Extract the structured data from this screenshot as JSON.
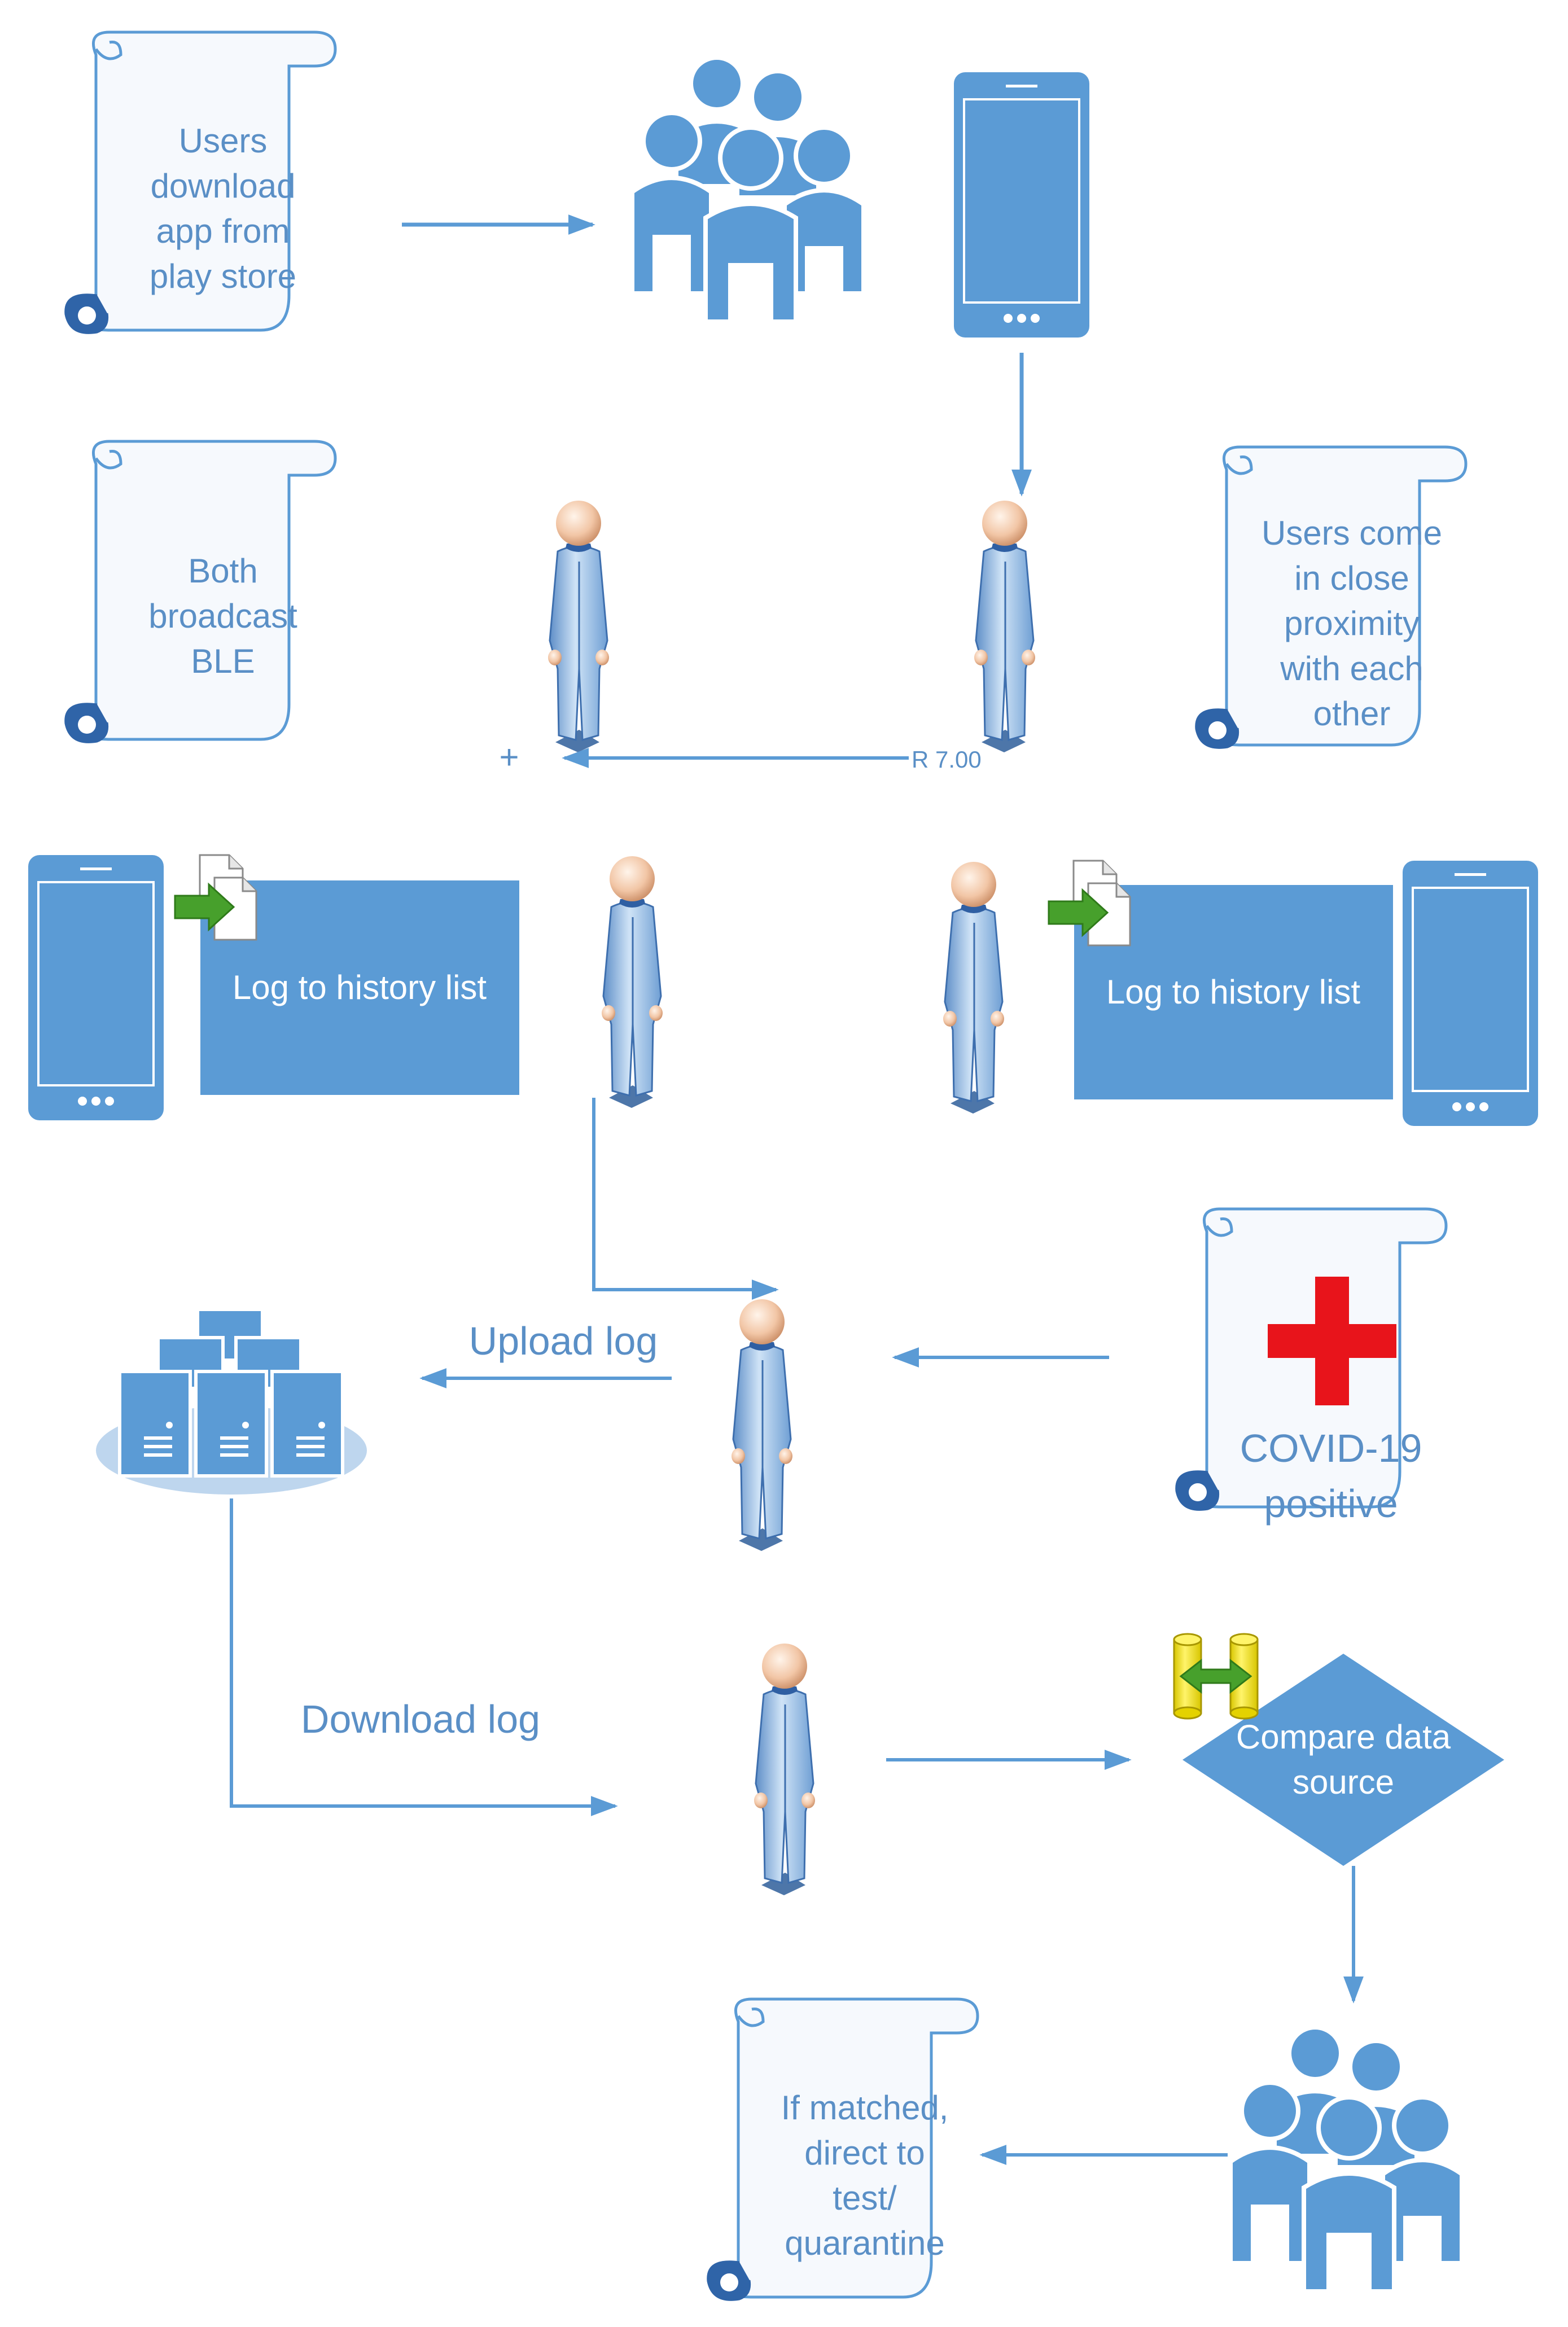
{
  "colors": {
    "primary": "#5b9bd5",
    "text": "#5a8fc6",
    "scroll_fill": "#f6f9fd",
    "red_cross": "#e8141b",
    "arrow_green": "#47a02c",
    "db_yellow": "#f4e21a"
  },
  "scrolls": {
    "download": [
      "Users",
      "download",
      "app from",
      "play store"
    ],
    "broadcast": [
      "Both",
      "broadcast",
      "BLE"
    ],
    "proximity": [
      "Users come",
      "in close",
      "proximity",
      "with each",
      "other"
    ],
    "covid": [
      "COVID-19",
      "positive"
    ],
    "matched": [
      "If matched,",
      "direct to",
      "test/",
      "quarantine"
    ]
  },
  "boxes": {
    "log_left": "Log to history list",
    "log_right": "Log to history list"
  },
  "labels": {
    "distance": "R 7.00",
    "plus": "+",
    "upload": "Upload log",
    "download": "Download log",
    "compare": [
      "Compare data",
      "source"
    ]
  },
  "icons": [
    "scroll-icon",
    "people-group-icon",
    "smartphone-icon",
    "person-icon",
    "document-copy-icon",
    "server-cluster-icon",
    "red-cross-icon",
    "data-compare-icon"
  ]
}
